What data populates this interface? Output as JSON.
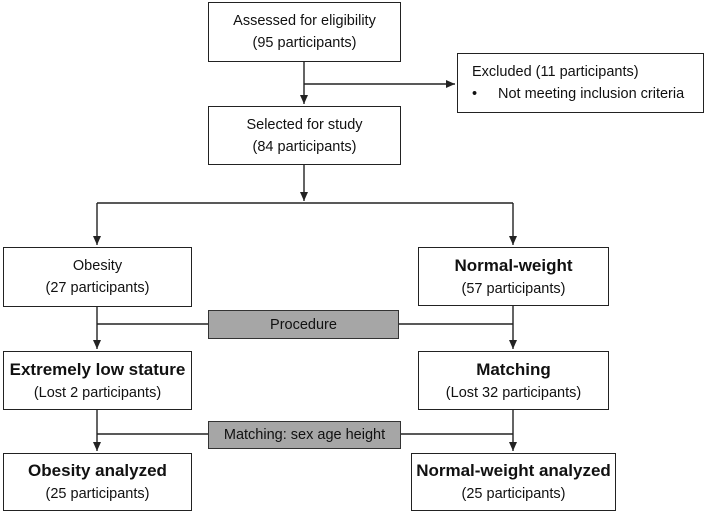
{
  "diagram": {
    "assessed": {
      "title": "Assessed for eligibility",
      "count": "(95 participants)"
    },
    "excluded": {
      "title": "Excluded (11 participants)",
      "bullet": "•",
      "reason": "Not meeting inclusion criteria"
    },
    "selected": {
      "title": "Selected for study",
      "count": "(84 participants)"
    },
    "obesity": {
      "title": "Obesity",
      "count": "(27 participants)"
    },
    "normal": {
      "title": "Normal-weight",
      "count": "(57 participants)"
    },
    "procedure": {
      "label": "Procedure"
    },
    "low_stature": {
      "title": "Extremely low stature",
      "count": "(Lost 2 participants)"
    },
    "matching": {
      "title": "Matching",
      "count": "(Lost 32 participants)"
    },
    "matching_criteria": {
      "label": "Matching: sex age height"
    },
    "obesity_analyzed": {
      "title": "Obesity analyzed",
      "count": "(25 participants)"
    },
    "normal_analyzed": {
      "title": "Normal-weight analyzed",
      "count": "(25 participants)"
    }
  }
}
